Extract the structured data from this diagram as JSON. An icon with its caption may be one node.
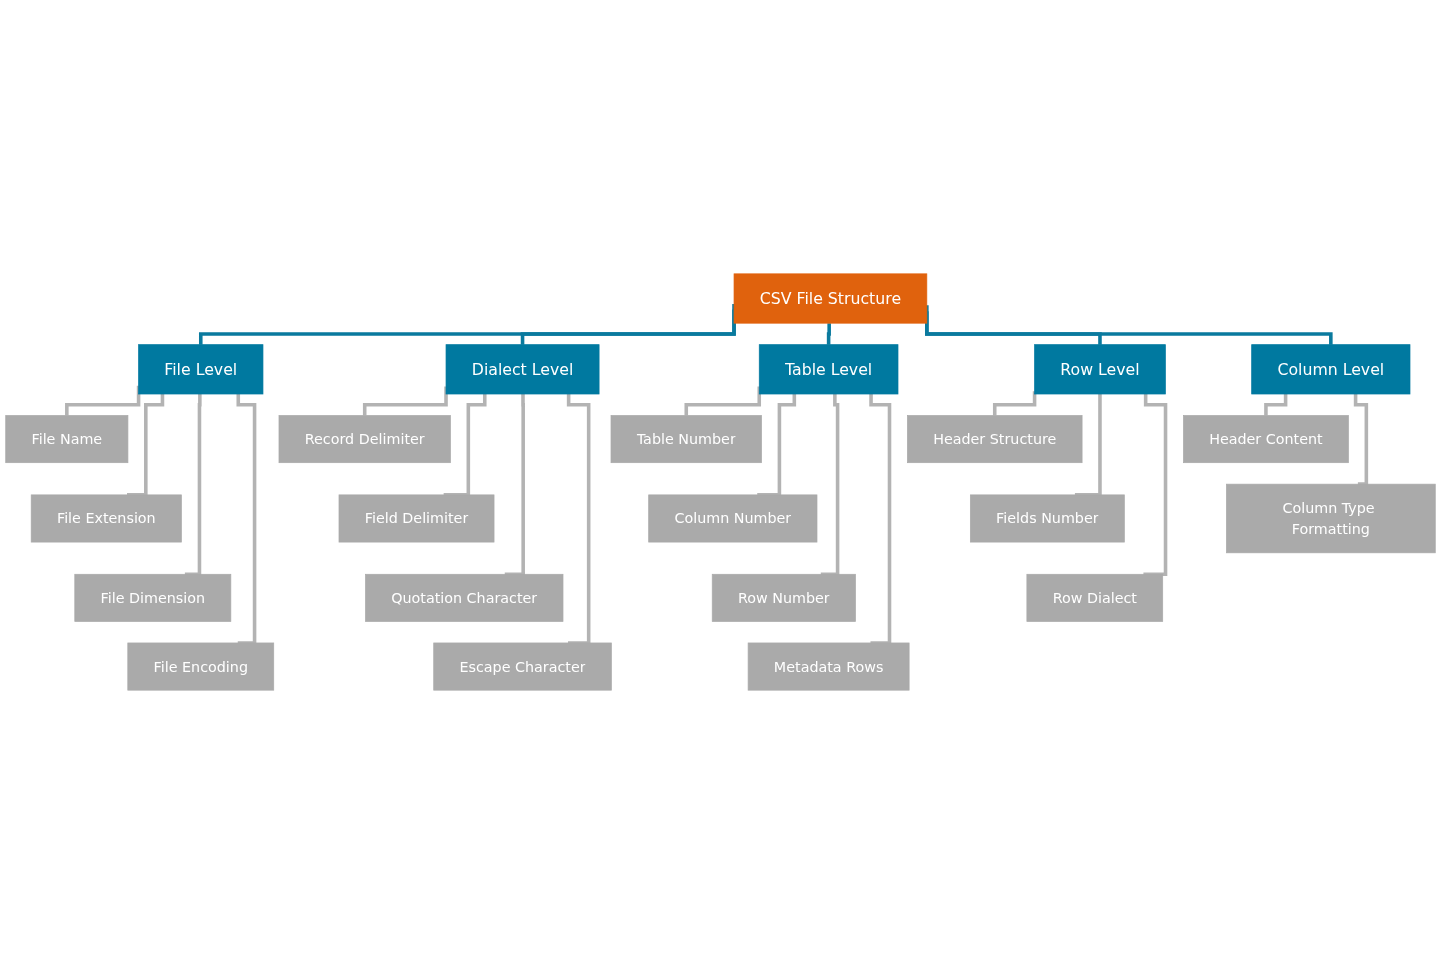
{
  "diagram": {
    "nodes": [
      {
        "text": [
          "CSV File Structure"
        ]
      },
      {
        "text": [
          "File Level"
        ]
      },
      {
        "text": [
          "Dialect Level"
        ]
      },
      {
        "text": [
          "Table Level"
        ]
      },
      {
        "text": [
          "Row Level"
        ]
      },
      {
        "text": [
          "Column Level"
        ]
      },
      {
        "text": [
          "File Name"
        ]
      },
      {
        "text": [
          "File Extension"
        ]
      },
      {
        "text": [
          "File Dimension"
        ]
      },
      {
        "text": [
          "File Encoding"
        ]
      },
      {
        "text": [
          "Record Delimiter"
        ]
      },
      {
        "text": [
          "Field Delimiter"
        ]
      },
      {
        "text": [
          "Quotation Character"
        ]
      },
      {
        "text": [
          "Escape Character"
        ]
      },
      {
        "text": [
          "Table Number"
        ]
      },
      {
        "text": [
          "Column Number"
        ]
      },
      {
        "text": [
          "Row Number"
        ]
      },
      {
        "text": [
          "Metadata Rows"
        ]
      },
      {
        "text": [
          "Header Structure"
        ]
      },
      {
        "text": [
          "Fields Number"
        ]
      },
      {
        "text": [
          "Row Dialect"
        ]
      },
      {
        "text": [
          "Header Content"
        ]
      },
      {
        "text": [
          "Column Type Formatting"
        ]
      }
    ],
    "edges": [
      {
        "from": 0,
        "to": 1,
        "arrow": "none",
        "color": "#0a7a9e"
      },
      {
        "from": 0,
        "to": 2,
        "arrow": "none",
        "color": "#0a7a9e"
      },
      {
        "from": 0,
        "to": 3,
        "arrow": "none",
        "color": "#0a7a9e"
      },
      {
        "from": 0,
        "to": 4,
        "arrow": "none",
        "color": "#0a7a9e"
      },
      {
        "from": 0,
        "to": 5,
        "arrow": "none",
        "color": "#0a7a9e"
      },
      {
        "from": 1,
        "to": 6,
        "arrow": "none"
      },
      {
        "from": 1,
        "to": 7,
        "arrow": "none"
      },
      {
        "from": 1,
        "to": 8,
        "arrow": "none"
      },
      {
        "from": 1,
        "to": 9,
        "arrow": "none"
      },
      {
        "from": 2,
        "to": 10,
        "arrow": "none"
      },
      {
        "from": 2,
        "to": 11,
        "arrow": "none"
      },
      {
        "from": 2,
        "to": 12,
        "arrow": "none"
      },
      {
        "from": 2,
        "to": 13,
        "arrow": "none"
      },
      {
        "from": 3,
        "to": 14,
        "arrow": "none"
      },
      {
        "from": 3,
        "to": 15,
        "arrow": "none"
      },
      {
        "from": 3,
        "to": 16,
        "arrow": "none"
      },
      {
        "from": 3,
        "to": 17,
        "arrow": "none"
      },
      {
        "from": 4,
        "to": 18,
        "arrow": "none"
      },
      {
        "from": 4,
        "to": 19,
        "arrow": "none"
      },
      {
        "from": 4,
        "to": 20,
        "arrow": "none"
      },
      {
        "from": 5,
        "to": 21,
        "arrow": "none"
      },
      {
        "from": 5,
        "to": 22,
        "arrow": "none"
      }
    ]
  }
}
